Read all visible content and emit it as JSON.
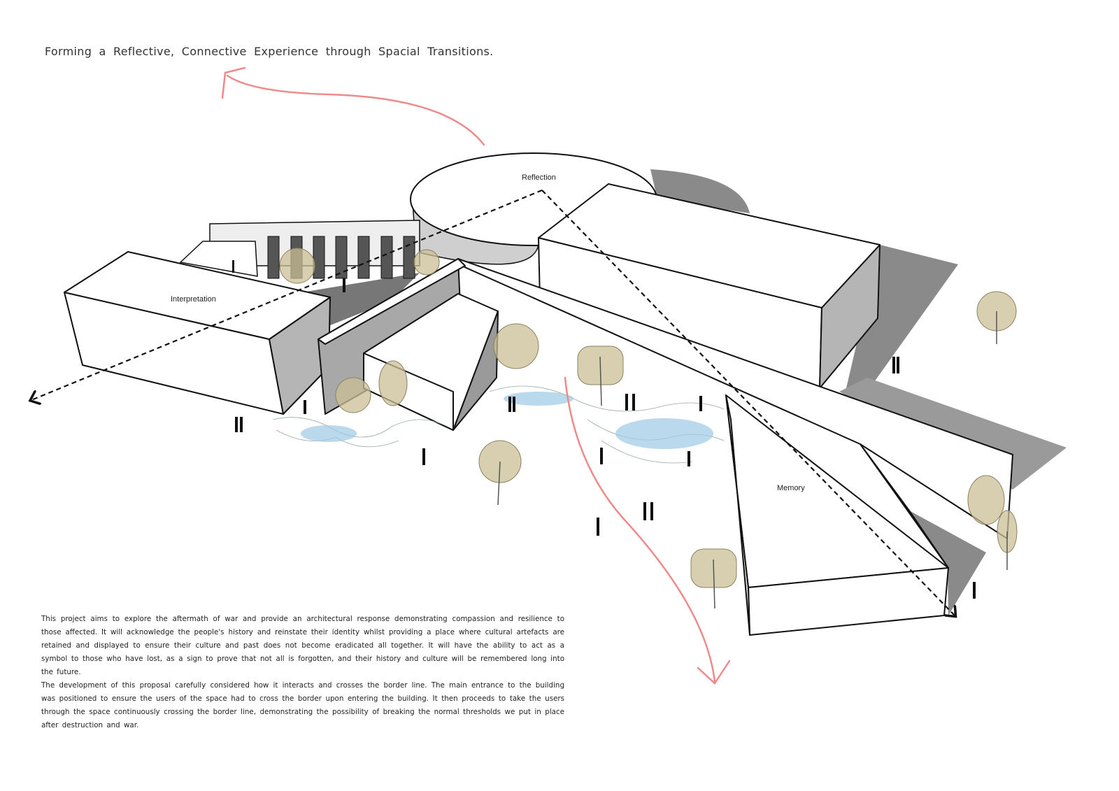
{
  "title": "Forming a Reflective, Connective Experience through Spacial Transitions.",
  "labels": {
    "reflection": "Reflection",
    "interpretation": "Interpretation",
    "memory": "Memory"
  },
  "description": [
    "This project aims to explore the aftermath of war and provide an architectural response demonstrating compassion and resilience to those affected. It will acknowledge the people's history and reinstate their identity whilst providing a place where cultural artefacts are retained and displayed to ensure their culture and past does not become eradicated all together. It will have the ability to act as a symbol to those who have lost, as a sign to prove that not all is forgotten, and their history and culture will be remembered long into the future.",
    "The development of this proposal carefully considered how it interacts and crosses the border line. The main entrance to  the building was positioned to ensure the users of the space had to cross the border upon entering the building. It then proceeds to take the users through the space continuously crossing the border line, demonstrating the possibility of breaking the normal thresholds we put in place after destruction and war."
  ],
  "colors": {
    "arrow_red": "#ef8a8a",
    "shadow": "#8a8a8a",
    "side": "#b5b5b5",
    "tree": "#c9bf94",
    "water": "#9cc9e6"
  }
}
